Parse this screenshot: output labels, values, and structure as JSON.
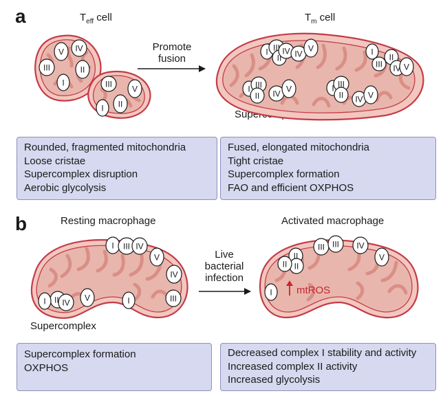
{
  "panel_a": {
    "letter": "a",
    "left_title_main": "T",
    "left_title_sub": "eff",
    "left_title_rest": " cell",
    "right_title_main": "T",
    "right_title_sub": "m",
    "right_title_rest": " cell",
    "arrow_line1": "Promote",
    "arrow_line2": "fusion",
    "supercomplex_label": "Supercomplex",
    "left_box": [
      "Rounded, fragmented mitochondria",
      "Loose cristae",
      "Supercomplex disruption",
      "Aerobic glycolysis"
    ],
    "right_box": [
      "Fused, elongated mitochondria",
      "Tight cristae",
      "Supercomplex formation",
      "FAO and efficient OXPHOS"
    ]
  },
  "panel_b": {
    "letter": "b",
    "left_title": "Resting macrophage",
    "right_title": "Activated macrophage",
    "arrow_line1": "Live",
    "arrow_line2": "bacterial",
    "arrow_line3": "infection",
    "supercomplex_label": "Supercomplex",
    "mtros_label": "mtROS",
    "left_box": [
      "Supercomplex formation",
      "OXPHOS"
    ],
    "right_box": [
      "Decreased complex I stability and activity",
      "Increased complex II activity",
      "Increased glycolysis"
    ]
  },
  "complex_labels": {
    "I": "I",
    "II": "II",
    "III": "III",
    "IV": "IV",
    "V": "V"
  },
  "colors": {
    "outer_membrane": "#c43b47",
    "matrix": "#e9b6ad",
    "cristae": "#d98f86",
    "box_fill": "#d6d9ef",
    "box_border": "#8c90b8",
    "mtros_text": "#c4262e"
  }
}
